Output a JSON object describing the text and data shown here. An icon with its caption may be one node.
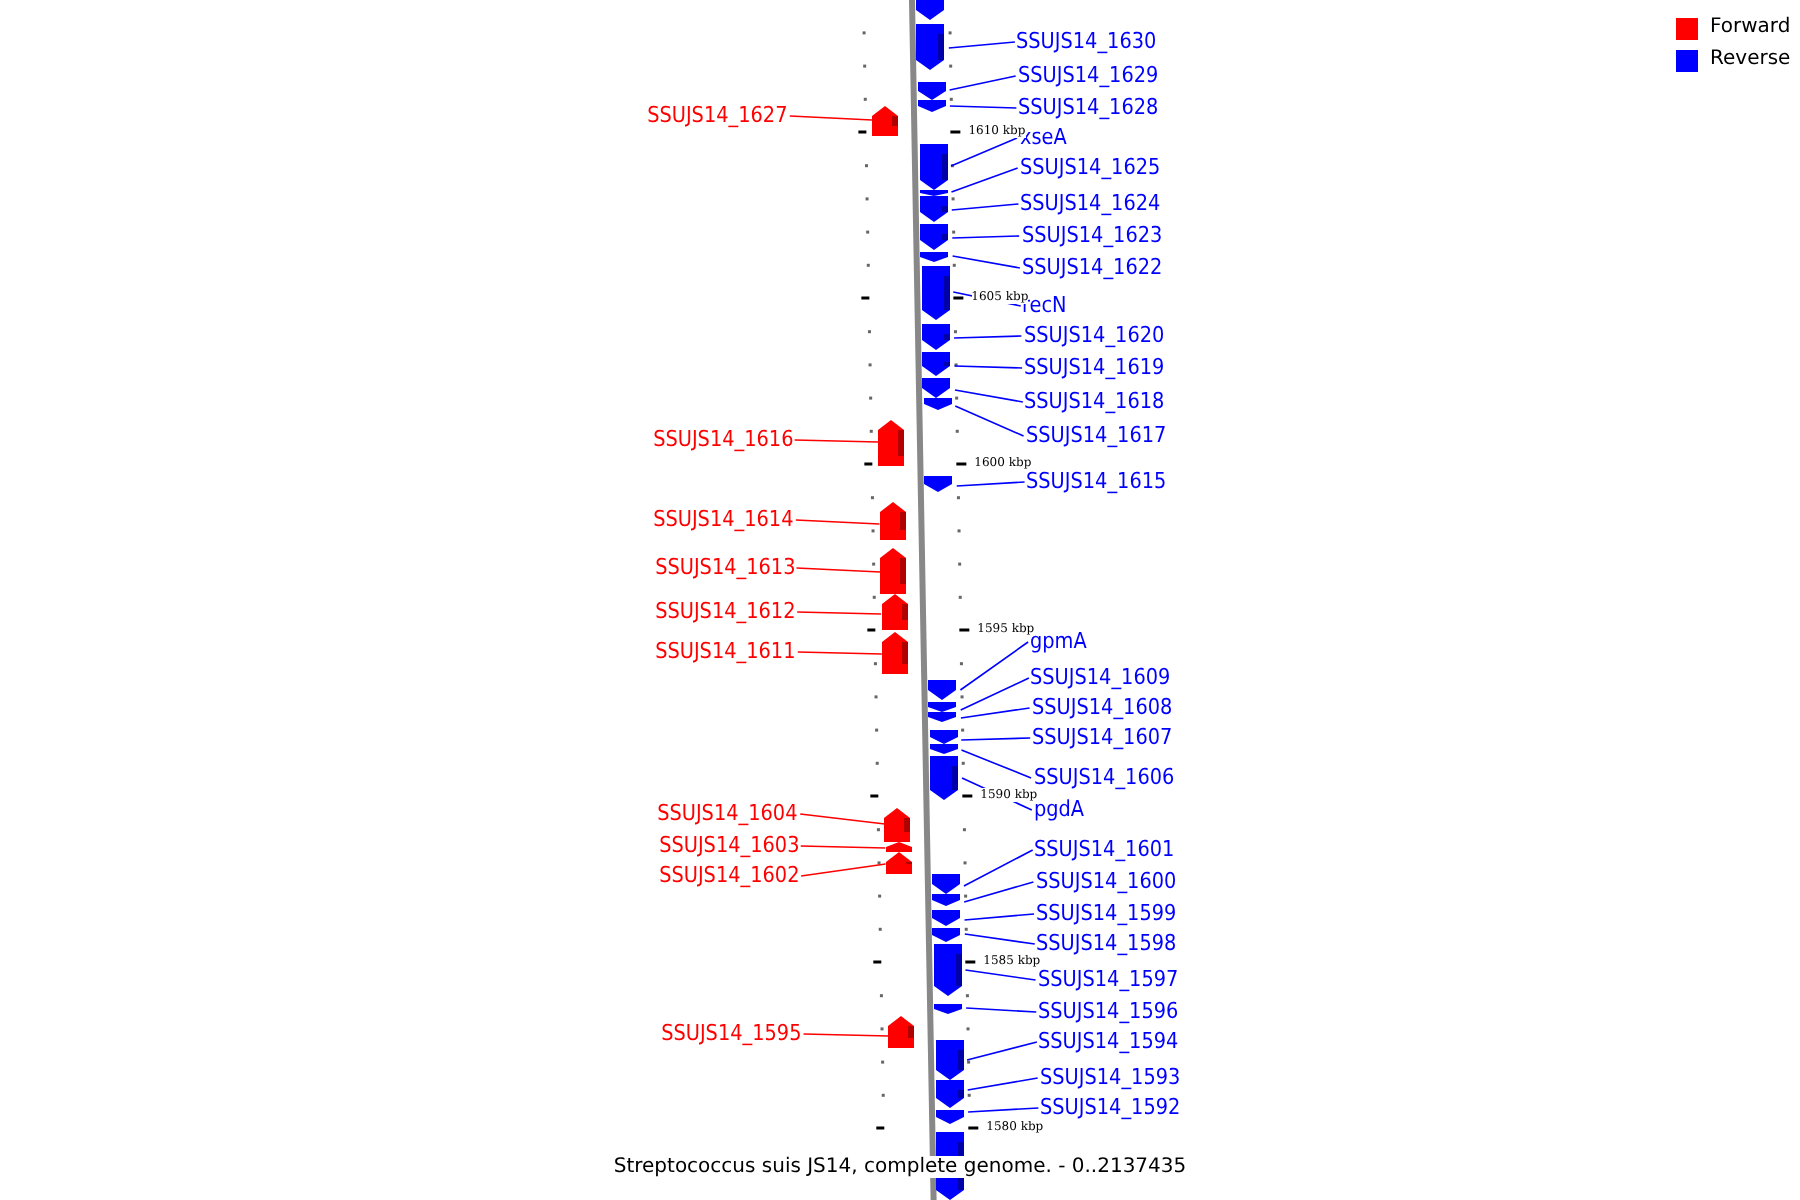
{
  "diagram": {
    "caption": "Streptococcus suis JS14, complete genome. - 0..2137435",
    "nodes": [
      {
        "text": [],
        "shape": "box"
      },
      {
        "text": [
          "SSUJS14_1630"
        ]
      },
      {
        "text": [],
        "shape": "box"
      },
      {
        "text": [
          "SSUJS14_1629"
        ]
      },
      {
        "text": [],
        "shape": "box"
      },
      {
        "text": [
          "SSUJS14_1628"
        ]
      },
      {
        "text": [],
        "shape": "box"
      },
      {
        "text": [
          "SSUJS14_1627"
        ]
      },
      {
        "text": [],
        "shape": "box"
      },
      {
        "text": [
          "xseA"
        ]
      },
      {
        "text": [],
        "shape": "box"
      },
      {
        "text": [
          "SSUJS14_1625"
        ]
      },
      {
        "text": [],
        "shape": "box"
      },
      {
        "text": [
          "SSUJS14_1624"
        ]
      },
      {
        "text": [],
        "shape": "box"
      },
      {
        "text": [
          "SSUJS14_1623"
        ]
      },
      {
        "text": [],
        "shape": "box"
      },
      {
        "text": [
          "SSUJS14_1622"
        ]
      },
      {
        "text": [],
        "shape": "box"
      },
      {
        "text": [
          "recN"
        ]
      },
      {
        "text": [],
        "shape": "box"
      },
      {
        "text": [
          "SSUJS14_1620"
        ]
      },
      {
        "text": [],
        "shape": "box"
      },
      {
        "text": [
          "SSUJS14_1619"
        ]
      },
      {
        "text": [],
        "shape": "box"
      },
      {
        "text": [
          "SSUJS14_1618"
        ]
      },
      {
        "text": [],
        "shape": "box"
      },
      {
        "text": [
          "SSUJS14_1617"
        ]
      },
      {
        "text": [],
        "shape": "box"
      },
      {
        "text": [
          "SSUJS14_1616"
        ]
      },
      {
        "text": [],
        "shape": "box"
      },
      {
        "text": [
          "SSUJS14_1615"
        ]
      },
      {
        "text": [],
        "shape": "box"
      },
      {
        "text": [
          "SSUJS14_1614"
        ]
      },
      {
        "text": [],
        "shape": "box"
      },
      {
        "text": [
          "SSUJS14_1613"
        ]
      },
      {
        "text": [],
        "shape": "box"
      },
      {
        "text": [
          "SSUJS14_1612"
        ]
      },
      {
        "text": [],
        "shape": "box"
      },
      {
        "text": [
          "SSUJS14_1611"
        ]
      },
      {
        "text": [],
        "shape": "box"
      },
      {
        "text": [
          "gpmA"
        ]
      },
      {
        "text": [],
        "shape": "box"
      },
      {
        "text": [
          "SSUJS14_1609"
        ]
      },
      {
        "text": [],
        "shape": "box"
      },
      {
        "text": [
          "SSUJS14_1608"
        ]
      },
      {
        "text": [],
        "shape": "box"
      },
      {
        "text": [
          "SSUJS14_1607"
        ]
      },
      {
        "text": [],
        "shape": "box"
      },
      {
        "text": [
          "SSUJS14_1606"
        ]
      },
      {
        "text": [],
        "shape": "box"
      },
      {
        "text": [
          "pgdA"
        ]
      },
      {
        "text": [],
        "shape": "box"
      },
      {
        "text": [
          "SSUJS14_1604"
        ]
      },
      {
        "text": [],
        "shape": "box"
      },
      {
        "text": [
          "SSUJS14_1603"
        ]
      },
      {
        "text": [],
        "shape": "box"
      },
      {
        "text": [
          "SSUJS14_1602"
        ]
      },
      {
        "text": [],
        "shape": "box"
      },
      {
        "text": [
          "SSUJS14_1601"
        ]
      },
      {
        "text": [],
        "shape": "box"
      },
      {
        "text": [
          "SSUJS14_1600"
        ]
      },
      {
        "text": [],
        "shape": "box"
      },
      {
        "text": [
          "SSUJS14_1599"
        ]
      },
      {
        "text": [],
        "shape": "box"
      },
      {
        "text": [
          "SSUJS14_1598"
        ]
      },
      {
        "text": [],
        "shape": "box"
      },
      {
        "text": [
          "SSUJS14_1597"
        ]
      },
      {
        "text": [],
        "shape": "box"
      },
      {
        "text": [
          "SSUJS14_1596"
        ]
      },
      {
        "text": [],
        "shape": "box"
      },
      {
        "text": [
          "SSUJS14_1595"
        ]
      },
      {
        "text": [],
        "shape": "box"
      },
      {
        "text": [
          "SSUJS14_1594"
        ]
      },
      {
        "text": [],
        "shape": "box"
      },
      {
        "text": [
          "SSUJS14_1593"
        ]
      },
      {
        "text": [],
        "shape": "box"
      },
      {
        "text": [
          "SSUJS14_1592"
        ]
      },
      {
        "text": [],
        "shape": "box"
      },
      {
        "text": [],
        "shape": "box"
      }
    ],
    "edges": [
      {
        "from": 1,
        "to": 2,
        "arrow": "none"
      },
      {
        "from": 3,
        "to": 4,
        "arrow": "none"
      },
      {
        "from": 5,
        "to": 6,
        "arrow": "none"
      },
      {
        "from": 7,
        "to": 8,
        "arrow": "none",
        "color": "#ff0000"
      },
      {
        "from": 9,
        "to": 10,
        "arrow": "none"
      },
      {
        "from": 11,
        "to": 12,
        "arrow": "none"
      },
      {
        "from": 13,
        "to": 14,
        "arrow": "none"
      },
      {
        "from": 15,
        "to": 16,
        "arrow": "none"
      },
      {
        "from": 17,
        "to": 18,
        "arrow": "none"
      },
      {
        "from": 19,
        "to": 20,
        "arrow": "none"
      },
      {
        "from": 21,
        "to": 22,
        "arrow": "none"
      },
      {
        "from": 23,
        "to": 24,
        "arrow": "none"
      },
      {
        "from": 25,
        "to": 26,
        "arrow": "none"
      },
      {
        "from": 27,
        "to": 28,
        "arrow": "none"
      },
      {
        "from": 29,
        "to": 30,
        "arrow": "none",
        "color": "#ff0000"
      },
      {
        "from": 31,
        "to": 32,
        "arrow": "none"
      },
      {
        "from": 33,
        "to": 34,
        "arrow": "none",
        "color": "#ff0000"
      },
      {
        "from": 35,
        "to": 36,
        "arrow": "none",
        "color": "#ff0000"
      },
      {
        "from": 37,
        "to": 38,
        "arrow": "none",
        "color": "#ff0000"
      },
      {
        "from": 39,
        "to": 40,
        "arrow": "none",
        "color": "#ff0000"
      },
      {
        "from": 41,
        "to": 42,
        "arrow": "none"
      },
      {
        "from": 43,
        "to": 44,
        "arrow": "none"
      },
      {
        "from": 45,
        "to": 46,
        "arrow": "none"
      },
      {
        "from": 47,
        "to": 48,
        "arrow": "none"
      },
      {
        "from": 49,
        "to": 50,
        "arrow": "none"
      },
      {
        "from": 51,
        "to": 52,
        "arrow": "none"
      },
      {
        "from": 53,
        "to": 54,
        "arrow": "none",
        "color": "#ff0000"
      },
      {
        "from": 55,
        "to": 56,
        "arrow": "none",
        "color": "#ff0000"
      },
      {
        "from": 57,
        "to": 58,
        "arrow": "none",
        "color": "#ff0000"
      },
      {
        "from": 59,
        "to": 60,
        "arrow": "none"
      },
      {
        "from": 61,
        "to": 62,
        "arrow": "none"
      },
      {
        "from": 63,
        "to": 64,
        "arrow": "none"
      },
      {
        "from": 65,
        "to": 66,
        "arrow": "none"
      },
      {
        "from": 67,
        "to": 68,
        "arrow": "none"
      },
      {
        "from": 69,
        "to": 70,
        "arrow": "none"
      },
      {
        "from": 71,
        "to": 72,
        "arrow": "none",
        "color": "#ff0000"
      },
      {
        "from": 73,
        "to": 74,
        "arrow": "none"
      },
      {
        "from": 75,
        "to": 76,
        "arrow": "none"
      },
      {
        "from": 77,
        "to": 78,
        "arrow": "none"
      }
    ],
    "labels": [
      "1610 kbp",
      "1605 kbp",
      "1600 kbp",
      "1595 kbp",
      "1590 kbp",
      "1585 kbp",
      "1580 kbp"
    ],
    "legend": [
      {
        "text": "Forward",
        "color": "#ff0000"
      },
      {
        "text": "Reverse",
        "color": "#0000ff"
      }
    ]
  }
}
